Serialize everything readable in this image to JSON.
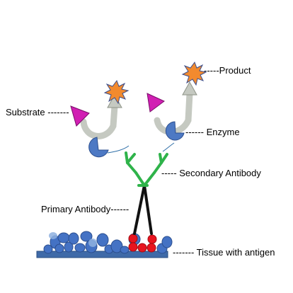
{
  "labels": {
    "substrate": "Substrate -------",
    "product": "-----Product",
    "enzyme": "------ Enzyme",
    "secondary_antibody": "----- Secondary Antibody",
    "primary_antibody": "Primary Antibody------",
    "tissue": "------- Tissue with antigen"
  },
  "colors": {
    "substrate": "#d11fb3",
    "product": "#f28a2e",
    "product_outline": "#3b4e8c",
    "enzyme": "#4d79c4",
    "arrow": "#c5c9c1",
    "secondary_antibody": "#2fb34a",
    "primary_antibody": "#111111",
    "antigen": "#e8141f",
    "tissue_cells": "#4472c4",
    "tissue_base": "#3f6aa8",
    "tether": "#2f6fa8"
  }
}
